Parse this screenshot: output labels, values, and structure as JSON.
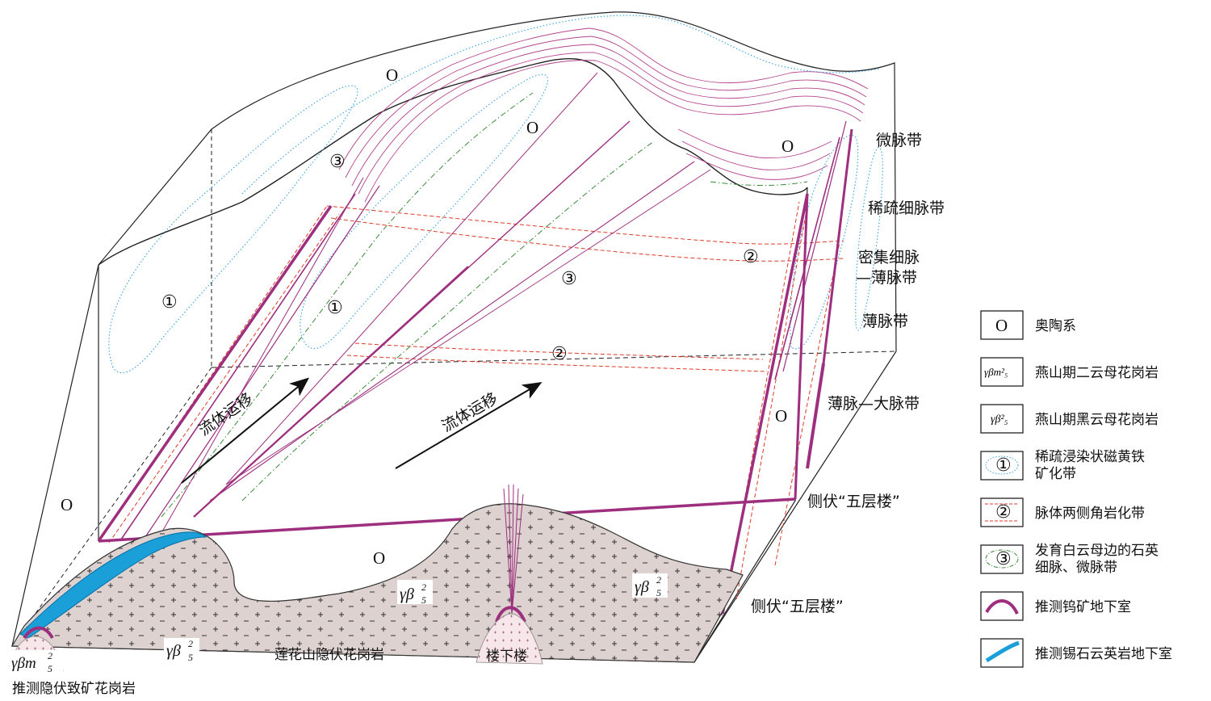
{
  "labels": {
    "O_1": "O",
    "O_2": "O",
    "O_3": "O",
    "O_4": "O",
    "O_5": "O",
    "O_6": "O",
    "circled_1": "①",
    "circled_2": "②",
    "circled_3": "③",
    "zone_micro": "微脉带",
    "zone_sparse": "稀疏细脉带",
    "zone_dense_1": "密集细脉",
    "zone_dense_2": "—薄脉带",
    "zone_thin": "薄脉带",
    "zone_thin_big": "薄脉—大脉带",
    "fluid_1": "流体运移",
    "fluid_2": "流体运移",
    "five_floor_1": "侧伏“五层楼”",
    "five_floor_2": "侧伏“五层楼”",
    "granite_lianhuashan": "莲花山隐伏花岗岩",
    "lou_xia_lou": "楼下楼",
    "ore_granite": "推测隐伏致矿花岗岩",
    "gamma_beta": "γβ",
    "gamma_beta_m": "γβm",
    "sup2": "2",
    "sub5": "5"
  },
  "legend": [
    {
      "symbol": "O",
      "text": "奥陶系"
    },
    {
      "symbol": "γβm²₅",
      "text": "燕山期二云母花岗岩"
    },
    {
      "symbol": "γβ²₅",
      "text": "燕山期黑云母花岗岩"
    },
    {
      "symbol": "①",
      "text_1": "稀疏浸染状磁黄铁",
      "text_2": "矿化带"
    },
    {
      "symbol": "②",
      "text": "脉体两侧角岩化带"
    },
    {
      "symbol": "③",
      "text_1": "发育白云母边的石英",
      "text_2": "细脉、微脉带"
    },
    {
      "symbol": "",
      "text": "推测钨矿地下室"
    },
    {
      "symbol": "",
      "text": "推测锡石云英岩地下室"
    }
  ],
  "colors": {
    "vein": "#9e2f7e",
    "tin": "#1a9fd8",
    "granite_fill": "#ddd2d0",
    "dotted_blue": "#3aa0e0",
    "dashed_red": "#e03a2a",
    "dashdot_green": "#3a8a3a"
  }
}
